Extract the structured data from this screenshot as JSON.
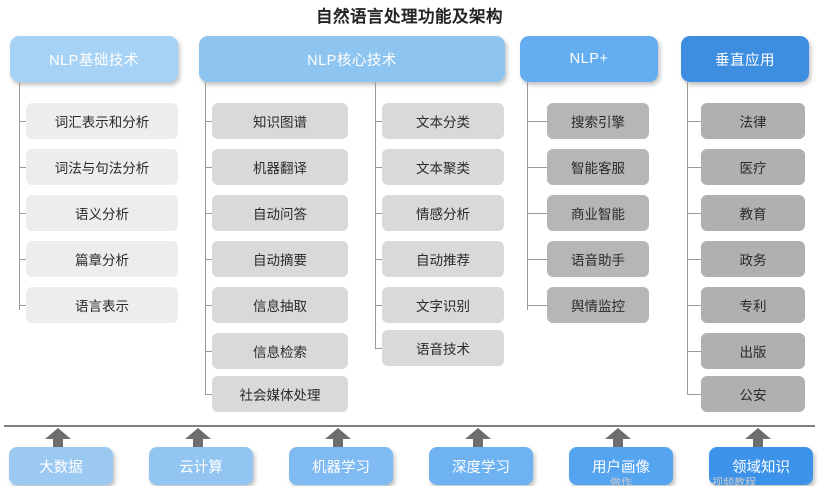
{
  "title": "自然语言处理功能及架构",
  "colors": {
    "header_basic": "#a6d2f5",
    "header_core": "#8ec5f0",
    "header_plus": "#64adf0",
    "header_vertical": "#3d8ee0",
    "item_light": "#ededed",
    "item_mid": "#d9d9d9",
    "item_dark": "#b6b6b6",
    "line": "#9a9a9a",
    "arrow": "#6e6e6e",
    "title_text": "#232323"
  },
  "columns": [
    {
      "header": "NLP基础技术",
      "groups": [
        {
          "items": [
            "词汇表示和分析",
            "词法与句法分析",
            "语义分析",
            "篇章分析",
            "语言表示"
          ]
        }
      ]
    },
    {
      "header": "NLP核心技术",
      "groups": [
        {
          "items": [
            "知识图谱",
            "机器翻译",
            "自动问答",
            "自动摘要",
            "信息抽取",
            "信息检索",
            "社会媒体处理"
          ]
        },
        {
          "items": [
            "文本分类",
            "文本聚类",
            "情感分析",
            "自动推荐",
            "文字识别",
            "语音技术"
          ]
        }
      ]
    },
    {
      "header": "NLP+",
      "groups": [
        {
          "items": [
            "搜索引擎",
            "智能客服",
            "商业智能",
            "语音助手",
            "舆情监控"
          ]
        }
      ]
    },
    {
      "header": "垂直应用",
      "groups": [
        {
          "items": [
            "法律",
            "医疗",
            "教育",
            "政务",
            "专利",
            "出版",
            "公安"
          ]
        }
      ]
    }
  ],
  "foundation": [
    {
      "label": "大数据",
      "color": "#9cc9f2"
    },
    {
      "label": "云计算",
      "color": "#93c5f2"
    },
    {
      "label": "机器学习",
      "color": "#7fbaf2"
    },
    {
      "label": "深度学习",
      "color": "#6fb2f1"
    },
    {
      "label": "用户画像",
      "color": "#54a4ef"
    },
    {
      "label": "领域知识",
      "color": "#3d93ea"
    }
  ],
  "watermark": {
    "left": "做作",
    "right": "视频教程"
  }
}
